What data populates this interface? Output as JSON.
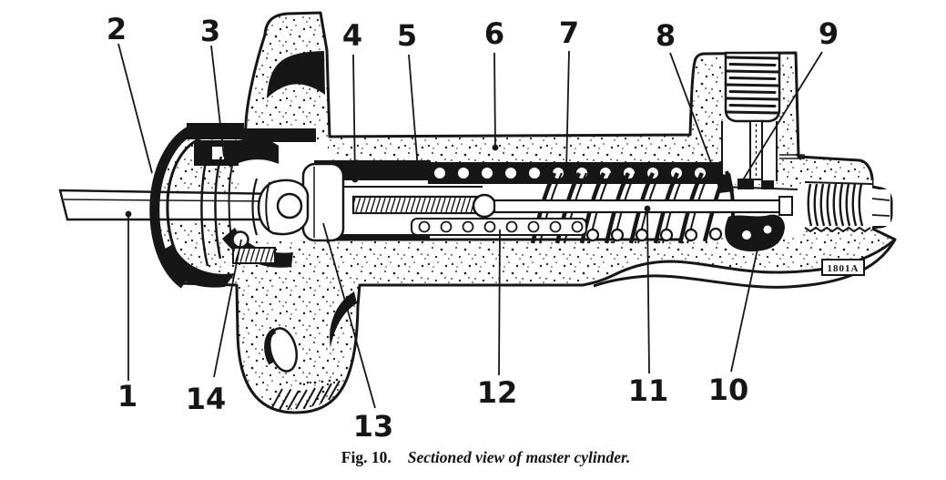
{
  "figure": {
    "caption_label": "Fig. 10.",
    "caption_title": "Sectioned view of master cylinder.",
    "plate_code": "1801A",
    "subject": "master cylinder sectioned view",
    "ink_color": "#161616",
    "paper_color": "#ffffff"
  },
  "callouts": [
    {
      "label": "1"
    },
    {
      "label": "2"
    },
    {
      "label": "3"
    },
    {
      "label": "4"
    },
    {
      "label": "5"
    },
    {
      "label": "6"
    },
    {
      "label": "7"
    },
    {
      "label": "8"
    },
    {
      "label": "9"
    },
    {
      "label": "10"
    },
    {
      "label": "11"
    },
    {
      "label": "12"
    },
    {
      "label": "13"
    },
    {
      "label": "14"
    }
  ]
}
